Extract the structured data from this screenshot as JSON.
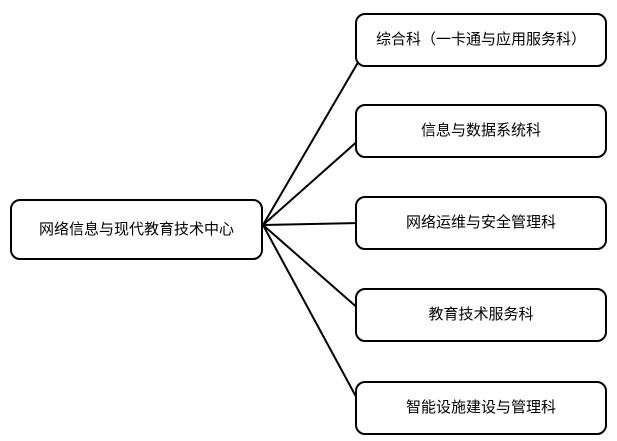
{
  "diagram": {
    "type": "org-chart",
    "root": {
      "label": "网络信息与现代教育技术中心"
    },
    "departments": [
      {
        "label": "综合科（一卡通与应用服务科）"
      },
      {
        "label": "信息与数据系统科"
      },
      {
        "label": "网络运维与安全管理科"
      },
      {
        "label": "教育技术服务科"
      },
      {
        "label": "智能设施建设与管理科"
      }
    ],
    "colors": {
      "background": "#ffffff",
      "box_border": "#000000",
      "connector": "#000000",
      "text": "#000000"
    }
  }
}
